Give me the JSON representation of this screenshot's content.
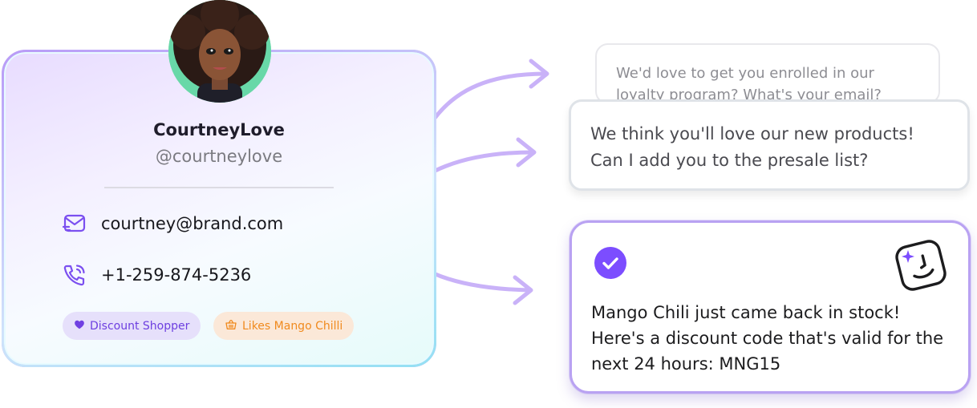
{
  "profile": {
    "display_name": "CourtneyLove",
    "handle": "@courtneylove",
    "email": "courtney@brand.com",
    "phone": "+1-259-874-5236",
    "tags": [
      {
        "label": "Discount Shopper",
        "icon": "heart-icon",
        "color": "#6d3fe0"
      },
      {
        "label": "Likes Mango Chilli",
        "icon": "basket-icon",
        "color": "#f08a1e"
      }
    ]
  },
  "messages": {
    "loyalty": "We'd love to get you enrolled in our loyalty program? What's your email?",
    "presale": "We think you'll love our new products! Can I add you to the presale list?",
    "discount": "Mango Chili just came back in stock! Here's a discount code that's valid for the next 24 hours: MNG15"
  },
  "colors": {
    "accent_purple": "#7c4dff",
    "arrow": "#c5adf7",
    "orange": "#f08a1e"
  }
}
